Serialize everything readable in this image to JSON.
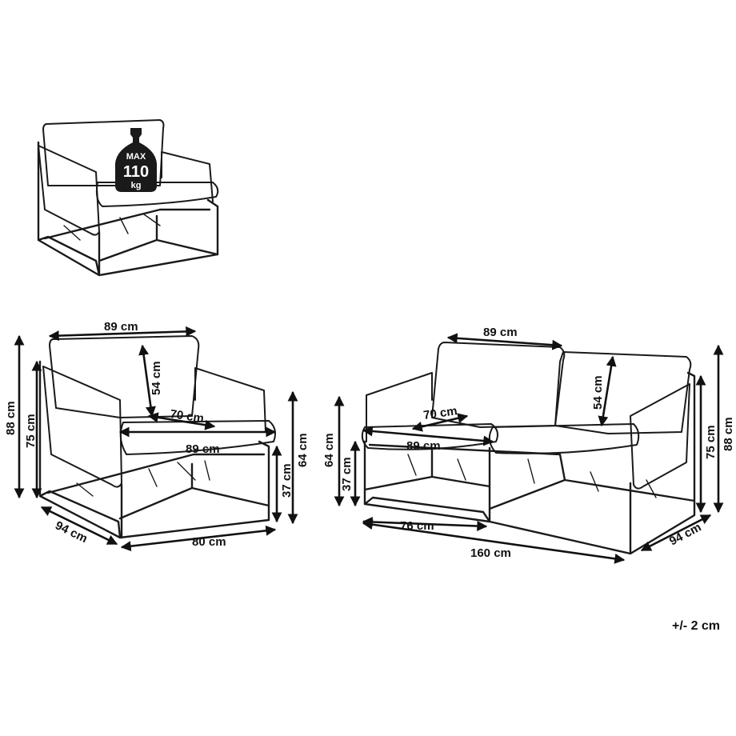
{
  "weight_badge": {
    "max": "MAX",
    "value": "110",
    "unit": "kg"
  },
  "armchair": {
    "back_width": "89 cm",
    "back_height": "54 cm",
    "seat_depth": "70 cm",
    "seat_width": "89 cm",
    "arm_height": "64 cm",
    "seat_height": "37 cm",
    "total_height": "88 cm",
    "back_top_height": "75 cm",
    "depth": "94 cm",
    "width": "80 cm"
  },
  "sofa": {
    "back_width": "89 cm",
    "back_height": "54 cm",
    "seat_depth": "70 cm",
    "seat_width": "89 cm",
    "arm_height": "64 cm",
    "seat_height": "37 cm",
    "back_top_height": "75 cm",
    "total_height": "88 cm",
    "module_width": "76 cm",
    "width": "160 cm",
    "depth": "94 cm"
  },
  "tolerance": "+/- 2 cm"
}
